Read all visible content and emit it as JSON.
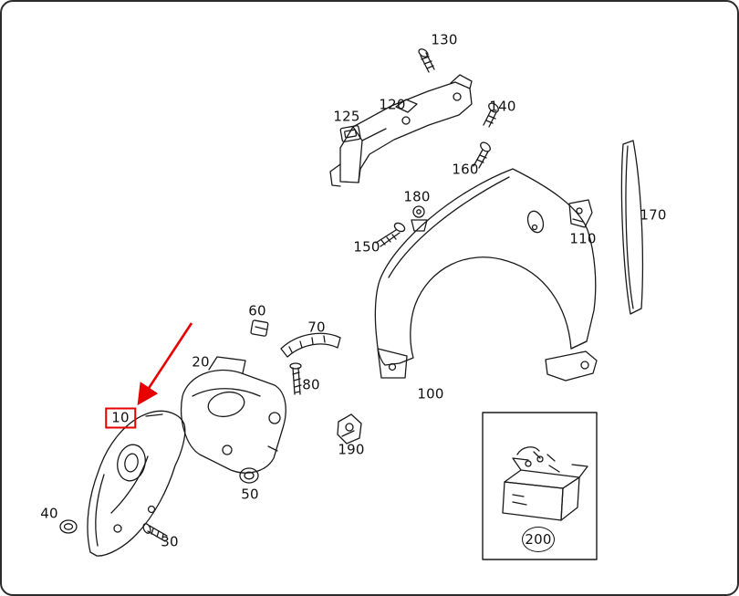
{
  "colors": {
    "highlight": "#e60000",
    "line": "#1a1a1a",
    "background": "#ffffff",
    "border": "#2b2b2b"
  },
  "diagram": {
    "kind": "exploded-parts-diagram",
    "selected_part": "10"
  },
  "parts": [
    {
      "label": "10",
      "selected": true,
      "drawing": "front-wheel-arch-liner"
    },
    {
      "label": "20",
      "drawing": "wheel-arch-liner-rear-section"
    },
    {
      "label": "30",
      "drawing": "screw"
    },
    {
      "label": "40",
      "drawing": "grommet"
    },
    {
      "label": "50",
      "drawing": "grommet"
    },
    {
      "label": "60",
      "drawing": "clip"
    },
    {
      "label": "70",
      "drawing": "molding-strip"
    },
    {
      "label": "80",
      "drawing": "screw"
    },
    {
      "label": "100",
      "drawing": "front-fender-panel"
    },
    {
      "label": "110",
      "drawing": "bracket"
    },
    {
      "label": "120",
      "drawing": "crossmember-bracket"
    },
    {
      "label": "125",
      "drawing": "clip"
    },
    {
      "label": "130",
      "drawing": "screw"
    },
    {
      "label": "140",
      "drawing": "bolt"
    },
    {
      "label": "150",
      "drawing": "screw"
    },
    {
      "label": "160",
      "drawing": "bolt"
    },
    {
      "label": "170",
      "drawing": "side-trim-strip"
    },
    {
      "label": "180",
      "drawing": "clip-nut"
    },
    {
      "label": "190",
      "drawing": "clip"
    },
    {
      "label": "200",
      "circled": true,
      "drawing": "fastener-kit-box"
    }
  ],
  "annotations": {
    "arrow": {
      "color": "#e60000",
      "points_to": "10"
    }
  }
}
